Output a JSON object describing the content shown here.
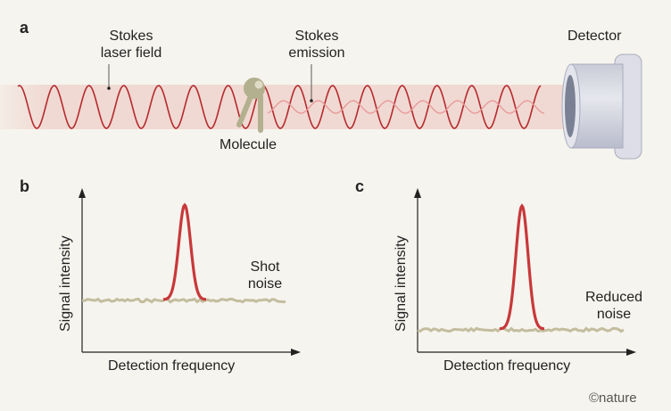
{
  "panel_a": {
    "label": "a",
    "stokes_laser_field": [
      "Stokes",
      "laser field"
    ],
    "stokes_emission": [
      "Stokes",
      "emission"
    ],
    "molecule": "Molecule",
    "detector": "Detector"
  },
  "panel_b": {
    "label": "b",
    "ylabel": "Signal intensity",
    "xlabel": "Detection frequency",
    "noise_label": [
      "Shot",
      "noise"
    ]
  },
  "panel_c": {
    "label": "c",
    "ylabel": "Signal intensity",
    "xlabel": "Detection frequency",
    "noise_label": [
      "Reduced",
      "noise"
    ]
  },
  "credit": "©nature",
  "colors": {
    "signal": "#c8383a",
    "noise": "#c3bd9f",
    "beam": "#f0d9d2",
    "background": "#f6f4ee"
  }
}
